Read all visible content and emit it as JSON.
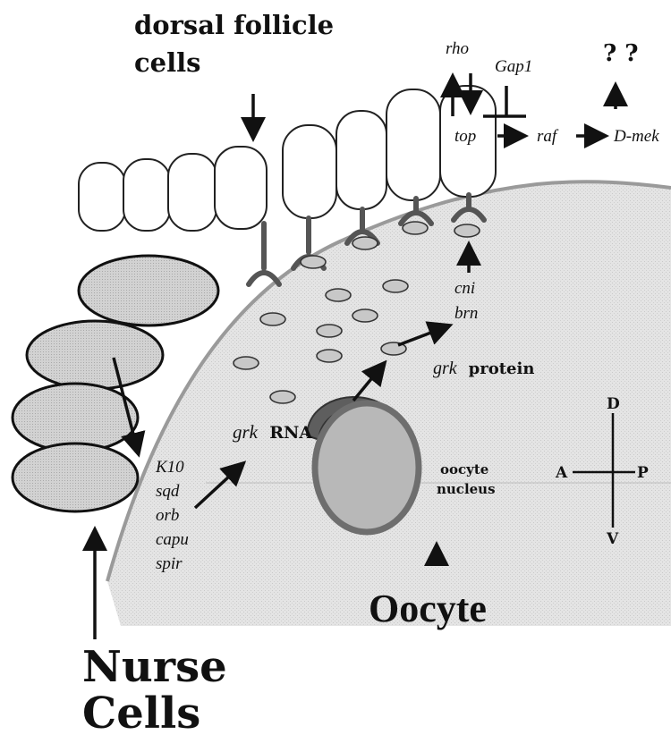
{
  "title": {
    "line1": "dorsal follicle",
    "line2": "cells"
  },
  "labels": {
    "nurse_line1": "Nurse",
    "nurse_line2": "Cells",
    "oocyte": "Oocyte",
    "oocyte_nucleus_line1": "oocyte",
    "oocyte_nucleus_line2": "nucleus",
    "grk_rna_gene": "grk",
    "grk_rna_word": "RNA",
    "grk_protein_gene": "grk",
    "grk_protein_word": "protein",
    "question_marks": "? ?"
  },
  "genes": {
    "localization": [
      "K10",
      "sqd",
      "orb",
      "capu",
      "spir"
    ],
    "transport": [
      "cni",
      "brn"
    ],
    "pathway": {
      "rho": "rho",
      "gap1": "Gap1",
      "top": "top",
      "raf": "raf",
      "dmek": "D-mek"
    }
  },
  "axes": {
    "dorsal": "D",
    "ventral": "V",
    "anterior": "A",
    "posterior": "P"
  },
  "colors": {
    "oocyte_fill": "#e2e2e2",
    "nurse_fill": "#cfcfcf",
    "membrane": "#9a9a9a",
    "nucleus_fill": "#b8b8b8",
    "nucleus_ring": "#6e6e6e",
    "vesicle_fill": "#c8c8c8",
    "line": "#111111"
  }
}
